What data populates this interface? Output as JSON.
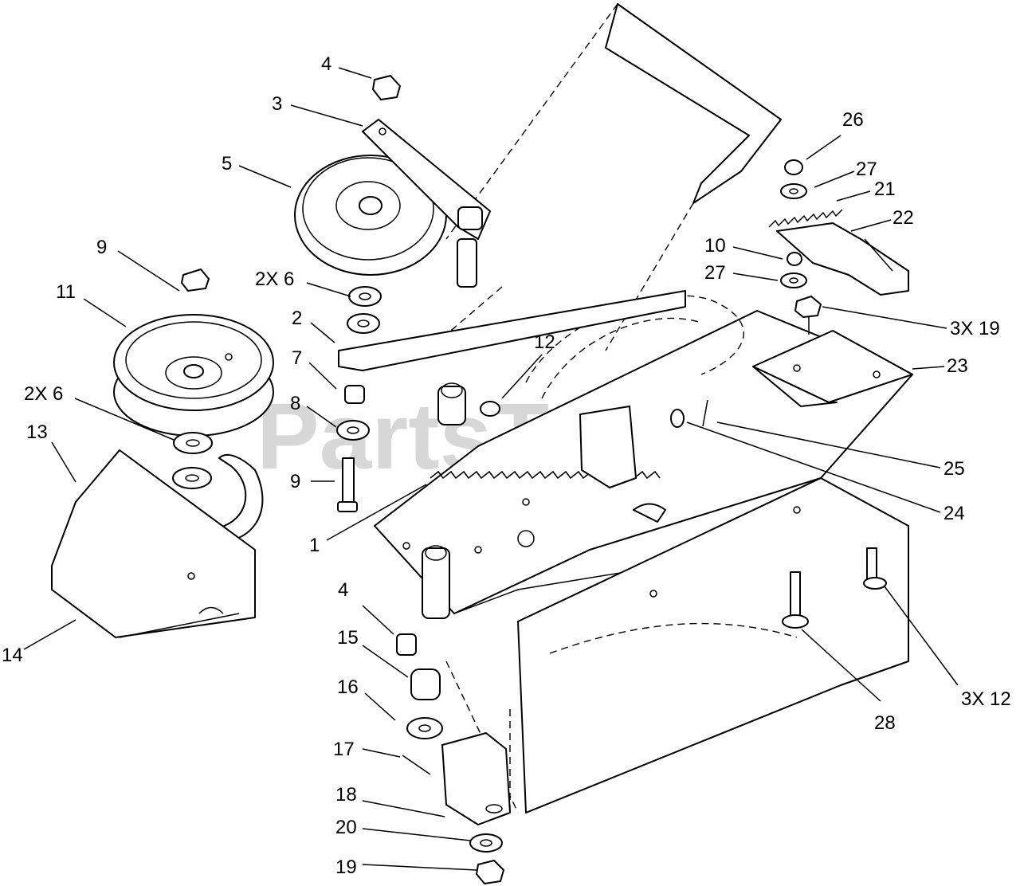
{
  "watermark": {
    "text": "PartsTree",
    "trademark": "™"
  },
  "callouts": [
    {
      "id": "c4-top",
      "text": "4"
    },
    {
      "id": "c3",
      "text": "3"
    },
    {
      "id": "c5",
      "text": "5"
    },
    {
      "id": "c9-top",
      "text": "9"
    },
    {
      "id": "c11",
      "text": "11"
    },
    {
      "id": "c2x6-a",
      "text": "2X 6"
    },
    {
      "id": "c2",
      "text": "2"
    },
    {
      "id": "c7",
      "text": "7"
    },
    {
      "id": "c8",
      "text": "8"
    },
    {
      "id": "c2x6-b",
      "text": "2X 6"
    },
    {
      "id": "c13",
      "text": "13"
    },
    {
      "id": "c9-mid",
      "text": "9"
    },
    {
      "id": "c1",
      "text": "1"
    },
    {
      "id": "c12",
      "text": "12"
    },
    {
      "id": "c14",
      "text": "14"
    },
    {
      "id": "c4-low",
      "text": "4"
    },
    {
      "id": "c15",
      "text": "15"
    },
    {
      "id": "c16",
      "text": "16"
    },
    {
      "id": "c17",
      "text": "17"
    },
    {
      "id": "c18",
      "text": "18"
    },
    {
      "id": "c20",
      "text": "20"
    },
    {
      "id": "c19",
      "text": "19"
    },
    {
      "id": "c26",
      "text": "26"
    },
    {
      "id": "c27-top",
      "text": "27"
    },
    {
      "id": "c21",
      "text": "21"
    },
    {
      "id": "c22",
      "text": "22"
    },
    {
      "id": "c10",
      "text": "10"
    },
    {
      "id": "c27-low",
      "text": "27"
    },
    {
      "id": "c3x19",
      "text": "3X 19"
    },
    {
      "id": "c23",
      "text": "23"
    },
    {
      "id": "c25",
      "text": "25"
    },
    {
      "id": "c24",
      "text": "24"
    },
    {
      "id": "c28",
      "text": "28"
    },
    {
      "id": "c3x12",
      "text": "3X 12"
    }
  ]
}
